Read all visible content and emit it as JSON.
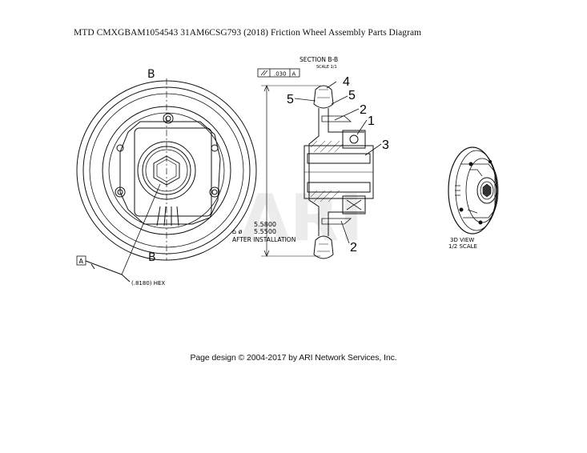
{
  "page": {
    "title": "MTD CMXGBAM1054543 31AM6CSG793 (2018) Friction Wheel Assembly Parts Diagram",
    "credit": "Page design © 2004-2017 by ARI Network Services, Inc."
  },
  "drawing": {
    "section_label": "B",
    "section_title": "SECTION B-B",
    "section_scale": "SCALE 1/1",
    "tolerance_value": ".030",
    "tolerance_datum": "A",
    "datum_label": "A",
    "hex_label": "(.8180) HEX",
    "dim_top": "5.5800",
    "dim_symbol": "⌂ ø",
    "dim_bottom": "5.5500",
    "dim_note": "AFTER INSTALLATION",
    "view_label": "3D VIEW",
    "view_scale": "1/2 SCALE",
    "watermark": "ARI"
  },
  "callouts": [
    {
      "label": "4"
    },
    {
      "label": "5"
    },
    {
      "label": "5"
    },
    {
      "label": "2"
    },
    {
      "label": "1"
    },
    {
      "label": "3"
    },
    {
      "label": "2"
    }
  ]
}
